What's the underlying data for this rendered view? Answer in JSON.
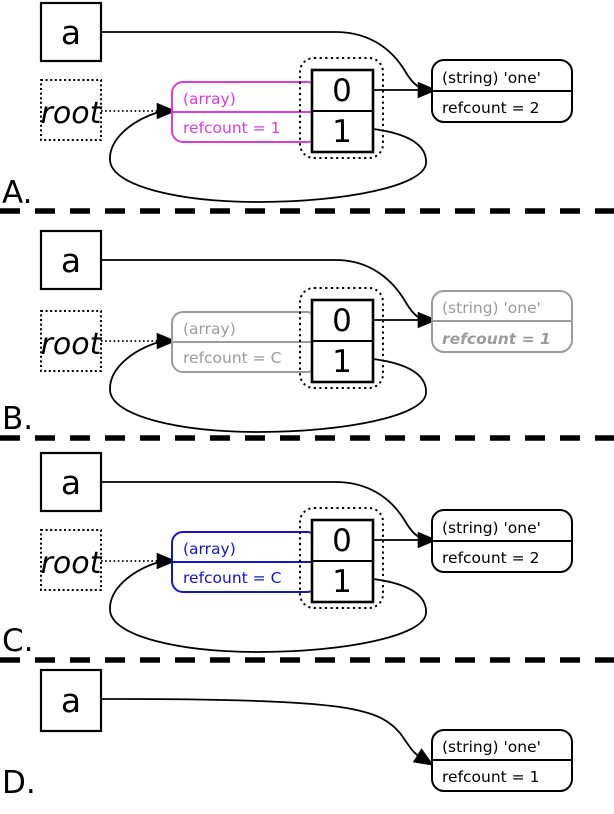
{
  "colors": {
    "magenta": "#de3ade",
    "blue": "#1414cf",
    "gray": "#9b9b9b",
    "ink": "#000000"
  },
  "panels": {
    "a": {
      "label": "A.",
      "var_name": "a",
      "root_name": "root",
      "array_type": "(array)",
      "array_refcount": "refcount = 1",
      "cell0": "0",
      "cell1": "1",
      "string_type": "(string) 'one'",
      "string_refcount": "refcount = 2"
    },
    "b": {
      "label": "B.",
      "var_name": "a",
      "root_name": "root",
      "array_type": "(array)",
      "array_refcount": "refcount = C",
      "cell0": "0",
      "cell1": "1",
      "string_type": "(string) 'one'",
      "string_refcount": "refcount = 1"
    },
    "c": {
      "label": "C.",
      "var_name": "a",
      "root_name": "root",
      "array_type": "(array)",
      "array_refcount": "refcount = C",
      "cell0": "0",
      "cell1": "1",
      "string_type": "(string) 'one'",
      "string_refcount": "refcount = 2"
    },
    "d": {
      "label": "D.",
      "var_name": "a",
      "string_type": "(string) 'one'",
      "string_refcount": "refcount = 1"
    }
  }
}
